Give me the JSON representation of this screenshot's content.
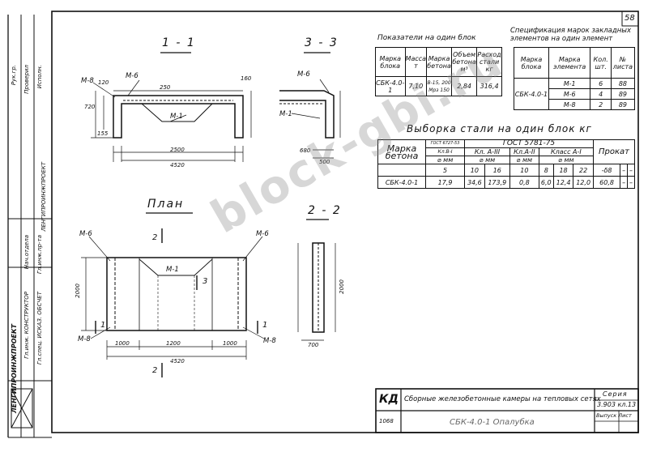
{
  "page_number": "58",
  "sections": {
    "s11": "1 - 1",
    "s33": "3 - 3",
    "plan": "План",
    "s22": "2 - 2"
  },
  "dims": {
    "d4520a": "4520",
    "d2500": "2500",
    "d4520b": "4520",
    "d1000a": "1000",
    "d1000b": "1000",
    "d1200": "1200",
    "d2000a": "2000",
    "d2000b": "2000",
    "d720": "720",
    "d680": "680",
    "d700": "700",
    "d500": "500",
    "d120": "120",
    "d160": "160",
    "d250": "250",
    "d155": "155"
  },
  "marks": {
    "m8a": "М-8",
    "m6a": "М-6",
    "m1a": "М-1",
    "m6b": "М-6",
    "m1b": "М-1",
    "m6c": "М-6",
    "m6d": "М-6",
    "m1c": "М-1",
    "m8b": "М-8",
    "m8c": "М-8"
  },
  "cut_labels": {
    "c2a": "2",
    "c2b": "2",
    "c3": "3",
    "c1a": "1",
    "c1b": "1"
  },
  "indicators": {
    "title": "Показатели на один блок",
    "headers": [
      "Марка блока",
      "Масса т",
      "Марка бетона",
      "Объем бетона м³",
      "Расход стали кг"
    ],
    "row": [
      "СБК-4.0-1",
      "7,10",
      "В-15, 200 Мрз 150",
      "2,84",
      "316,4"
    ]
  },
  "spec": {
    "title": "Спецификация марок закладных элементов на один элемент",
    "headers": [
      "Марка блока",
      "Марка элемента",
      "Кол. шт.",
      "№ листа"
    ],
    "block": "СБК-4.0-1",
    "rows": [
      [
        "М-1",
        "6",
        "88"
      ],
      [
        "М-6",
        "4",
        "89"
      ],
      [
        "М-8",
        "2",
        "89"
      ]
    ]
  },
  "steel": {
    "title": "Выборка стали на один блок кг",
    "col_brand": "Марка бетона",
    "gost_main": "ГОСТ 5781-75",
    "gost_small": "ГОСТ 6727-53",
    "kl_bi": "Кл.В-I",
    "kl_aiii": "Кл. А-III",
    "kl_aii": "Кл.А-II",
    "kl_ai": "Класс А-I",
    "dia": "⌀ мм",
    "prokat": "Прокат",
    "diameters": [
      "5",
      "10",
      "16",
      "10",
      "8",
      "18",
      "22",
      "-δ8",
      "–",
      "–"
    ],
    "block": "СБК-4.0-1",
    "values": [
      "17,9",
      "34,6",
      "173,9",
      "0,8",
      "6,0",
      "12,4",
      "12,0",
      "60,8",
      "–",
      "–"
    ]
  },
  "title_block": {
    "kd": "КД",
    "title": "Сборные железобетонные камеры на тепловых сетях",
    "series_label": "Серия",
    "series": "3.903 кл.13",
    "sheet_label": "Выпуск Лист",
    "doc": "СБК-4.0-1 Опалубка",
    "code": "1068"
  },
  "stamp": {
    "org": "ЛЕНГИПРОИНЖПРОЕКТ",
    "lines": [
      "ЛЕНГИПРОИНЖПРОЕКТ",
      "Гл.инж. КОНСТРУКТОР",
      "Гл.спец. ИСКАЗ. ОБСЧЕТ",
      "Нач.отдела",
      "Гл.инж.пр-та",
      "Рук.гр.",
      "Проверил",
      "Исполн."
    ]
  },
  "watermark": "block-gbi.ru"
}
